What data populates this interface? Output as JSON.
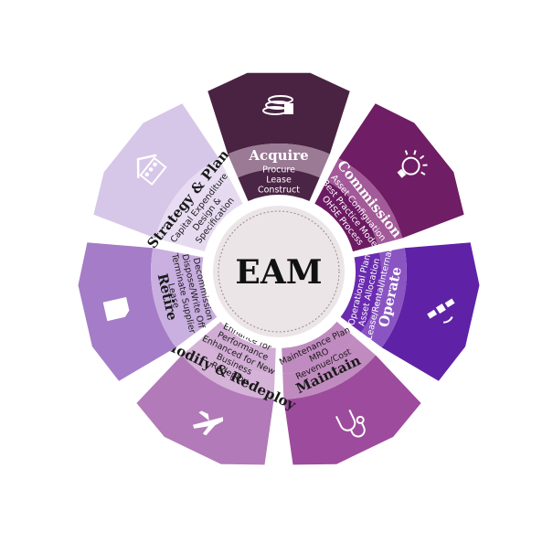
{
  "center": {
    "label": "EAM"
  },
  "petals": [
    {
      "title": "Acquire",
      "items": [
        "Procure",
        "Lease",
        "Construct"
      ],
      "colors": {
        "outer": "#4a2342",
        "band": "#9a7a95",
        "inner": "#4b2545",
        "title": "#ffffff",
        "text": "#ffffff"
      },
      "icon": "coin-stack-icon"
    },
    {
      "title": "Commission",
      "items": [
        "Asset Configuation",
        "Best Practice Model",
        "OHSE Process"
      ],
      "colors": {
        "outer": "#6f1d64",
        "band": "#a25a98",
        "inner": "#6c1b62",
        "title": "#ffffff",
        "text": "#ffffff"
      },
      "icon": "lightbulb-icon"
    },
    {
      "title": "Operate",
      "items": [
        "Operational Plan",
        "Asset Allocation",
        "Lease/Rental/Internal"
      ],
      "colors": {
        "outer": "#5f22a6",
        "band": "#8a55c2",
        "inner": "#6a2bb0",
        "title": "#ffffff",
        "text": "#ffffff"
      },
      "icon": "satellite-icon"
    },
    {
      "title": "Maintain",
      "items": [
        "Maintenance Plan",
        "MRO",
        "Revenue/Cost"
      ],
      "colors": {
        "outer": "#9d4b9c",
        "band": "#c08bbf",
        "inner": "#c08bc0",
        "title": "#1a1a1a",
        "text": "#1a1a1a"
      },
      "icon": "stethoscope-icon"
    },
    {
      "title": "Modify & Redeploy",
      "items": [
        "Enhance for",
        "Performance",
        "Enhanced for New",
        "Business",
        "Redeploy"
      ],
      "colors": {
        "outer": "#b27ab8",
        "band": "#d5b2d8",
        "inner": "#d1acd4",
        "title": "#1a1a1a",
        "text": "#1a1a1a"
      },
      "icon": "airplane-icon"
    },
    {
      "title": "Retire",
      "items": [
        "Decommission",
        "Dispose/Write Off",
        "Terminate Supplier",
        "Lease"
      ],
      "colors": {
        "outer": "#a57cc7",
        "band": "#c9b0e0",
        "inner": "#c8addf",
        "title": "#1a1a1a",
        "text": "#1a1a1a"
      },
      "icon": "document-icon"
    },
    {
      "title": "Strategy & Plan",
      "items": [
        "Capital Expenditure",
        "Design &",
        "Specification"
      ],
      "colors": {
        "outer": "#d6c7e8",
        "band": "#e7dcf2",
        "inner": "#e6daf1",
        "title": "#1a1a1a",
        "text": "#1a1a1a"
      },
      "icon": "people-house-icon"
    }
  ]
}
